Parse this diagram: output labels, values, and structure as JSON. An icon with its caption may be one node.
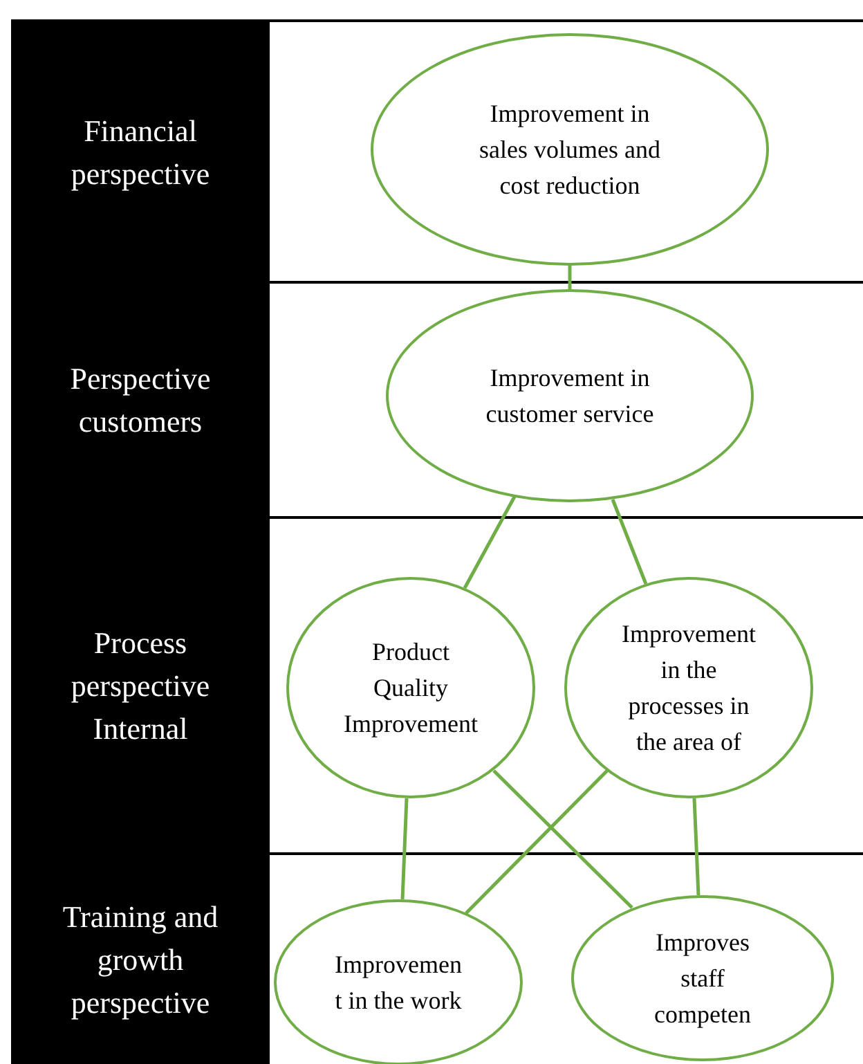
{
  "diagram": {
    "nodes": [
      {
        "text": [
          "Financial perspective"
        ]
      },
      {
        "text": [
          "Perspective customers"
        ]
      },
      {
        "text": [
          "Process perspective Internal"
        ]
      },
      {
        "text": [
          "Training and growth perspective"
        ]
      },
      {
        "text": [
          "Improvement in sales volumes and cost reduction"
        ],
        "in": 0
      },
      {
        "text": [
          "Improvement in customer service"
        ],
        "in": 1
      },
      {
        "text": [
          "Product Quality Improvement"
        ],
        "in": 2
      },
      {
        "text": [
          "Improvement in the processes in the area of"
        ],
        "in": 2
      },
      {
        "text": [
          "Improvement in the work"
        ],
        "in": 3
      },
      {
        "text": [
          "Improves staff competen"
        ],
        "in": 3
      }
    ],
    "edges": [
      {
        "from": 4,
        "to": 5,
        "arrow": "none"
      },
      {
        "from": 5,
        "to": 6,
        "arrow": "none"
      },
      {
        "from": 5,
        "to": 7,
        "arrow": "none"
      },
      {
        "from": 6,
        "to": 8,
        "arrow": "none"
      },
      {
        "from": 6,
        "to": 9,
        "arrow": "none"
      },
      {
        "from": 7,
        "to": 8,
        "arrow": "none"
      },
      {
        "from": 7,
        "to": 9,
        "arrow": "none"
      }
    ]
  }
}
